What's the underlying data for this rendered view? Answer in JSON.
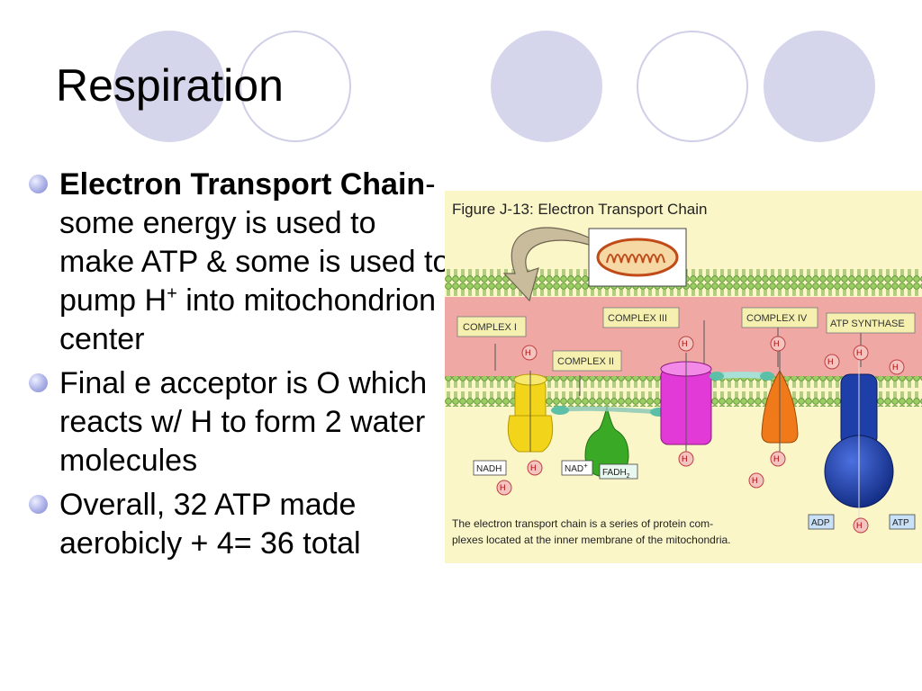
{
  "slide": {
    "title": "Respiration",
    "bullets": [
      {
        "bold": "Electron Transport Chain",
        "text1": "- some energy is used to make ATP & some is used to pump H",
        "sup": "+",
        "text2": " into mitochondrion center"
      },
      {
        "text": "Final e acceptor is O which reacts w/ H to form 2 water molecules"
      },
      {
        "text": "Overall, 32 ATP made aerobicly + 4= 36 total"
      }
    ]
  },
  "figure": {
    "title": "Figure J-13: Electron Transport Chain",
    "labels": {
      "complex1": "COMPLEX I",
      "complex2": "COMPLEX II",
      "complex3": "COMPLEX III",
      "complex4": "COMPLEX IV",
      "atp_synthase": "ATP SYNTHASE",
      "nadh": "NADH",
      "nad": "NAD",
      "nad_sup": "+",
      "fadh": "FADH",
      "fadh_sub": "2",
      "adp": "ADP",
      "atp": "ATP",
      "hplus": "H",
      "hplus_sup": "+"
    },
    "caption_line1": "The electron transport chain is a series of protein com-",
    "caption_line2": "plexes located at the inner membrane of the mitochondria."
  },
  "colors": {
    "intermembrane": "#f0a8a4",
    "matrix": "#fbf6c8",
    "label_bg": "#f5f0b0",
    "complex1": "#f2d41a",
    "complex2": "#3aaa26",
    "complex3": "#e23ad6",
    "complex4": "#f07a1a",
    "atp_synthase": "#1f3fa8"
  }
}
